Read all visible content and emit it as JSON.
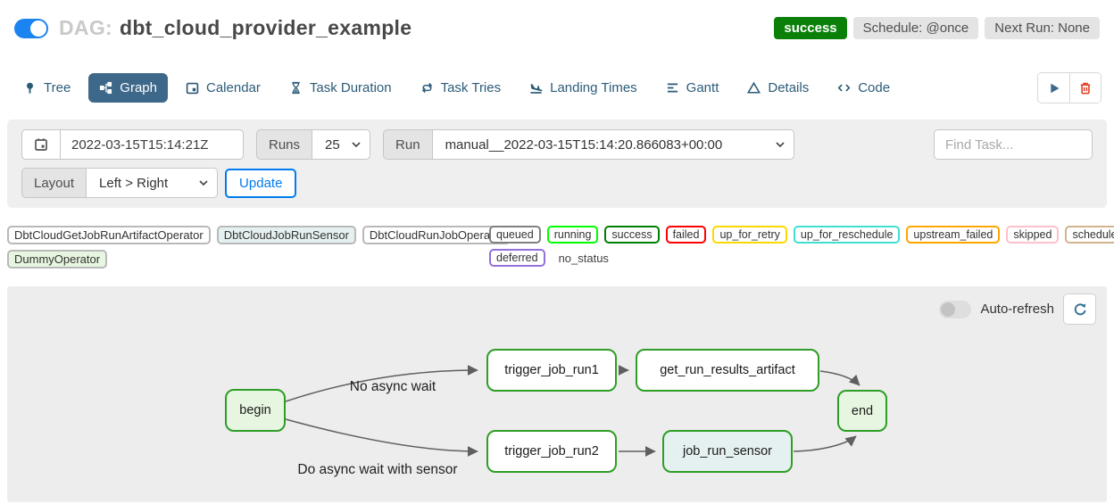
{
  "header": {
    "dag_prefix": "DAG:",
    "dag_title": "dbt_cloud_provider_example",
    "status_badge": "success",
    "schedule_badge": "Schedule: @once",
    "next_run_badge": "Next Run: None",
    "pause_toggle_on": true
  },
  "colors": {
    "toggle_blue": "#1b84f0",
    "active_tab_bg": "#3d688a",
    "success_green": "#0b8009",
    "accent_blue": "#017cee",
    "node_border_green": "#2e9e27",
    "edge_gray": "#5f5f5f"
  },
  "tabs": [
    {
      "label": "Tree",
      "icon": "pin-icon",
      "active": false
    },
    {
      "label": "Graph",
      "icon": "sitemap-icon",
      "active": true
    },
    {
      "label": "Calendar",
      "icon": "calendar-icon",
      "active": false
    },
    {
      "label": "Task Duration",
      "icon": "hourglass-icon",
      "active": false
    },
    {
      "label": "Task Tries",
      "icon": "repeat-icon",
      "active": false
    },
    {
      "label": "Landing Times",
      "icon": "plane-landing-icon",
      "active": false
    },
    {
      "label": "Gantt",
      "icon": "gantt-icon",
      "active": false
    },
    {
      "label": "Details",
      "icon": "triangle-icon",
      "active": false
    },
    {
      "label": "Code",
      "icon": "code-icon",
      "active": false
    }
  ],
  "filters": {
    "execution_date": "2022-03-15T15:14:21Z",
    "runs_label": "Runs",
    "runs_value": "25",
    "run_label": "Run",
    "run_value": "manual__2022-03-15T15:14:20.866083+00:00",
    "find_task_placeholder": "Find Task...",
    "layout_label": "Layout",
    "layout_value": "Left > Right",
    "update_label": "Update"
  },
  "legend": {
    "operators": [
      {
        "name": "DbtCloudGetJobRunArtifactOperator",
        "fill": "#ffffff"
      },
      {
        "name": "DbtCloudJobRunSensor",
        "fill": "#e5f1f0"
      },
      {
        "name": "DbtCloudRunJobOperator",
        "fill": "#ffffff"
      },
      {
        "name": "DummyOperator",
        "fill": "#e7f6e1"
      }
    ],
    "statuses": [
      {
        "name": "queued",
        "color": "#808080"
      },
      {
        "name": "running",
        "color": "#00ff00"
      },
      {
        "name": "success",
        "color": "#008000"
      },
      {
        "name": "failed",
        "color": "#ff0000"
      },
      {
        "name": "up_for_retry",
        "color": "#ffd700"
      },
      {
        "name": "up_for_reschedule",
        "color": "#40e0d0"
      },
      {
        "name": "upstream_failed",
        "color": "#ffa500"
      },
      {
        "name": "skipped",
        "color": "#ffc0cb"
      },
      {
        "name": "scheduled",
        "color": "#d2b48c"
      },
      {
        "name": "deferred",
        "color": "#9370db"
      }
    ],
    "no_status_label": "no_status"
  },
  "graph": {
    "auto_refresh_label": "Auto-refresh",
    "auto_refresh_on": false,
    "nodes": [
      {
        "id": "begin",
        "label": "begin",
        "fill": "#e7f6e1"
      },
      {
        "id": "trigger_job_run1",
        "label": "trigger_job_run1",
        "fill": "#ffffff"
      },
      {
        "id": "get_run_results_artifact",
        "label": "get_run_results_artifact",
        "fill": "#ffffff"
      },
      {
        "id": "end",
        "label": "end",
        "fill": "#e7f6e1"
      },
      {
        "id": "trigger_job_run2",
        "label": "trigger_job_run2",
        "fill": "#ffffff"
      },
      {
        "id": "job_run_sensor",
        "label": "job_run_sensor",
        "fill": "#e5f1f0"
      }
    ],
    "edges": [
      {
        "from": "begin",
        "to": "trigger_job_run1",
        "label": "No async wait"
      },
      {
        "from": "begin",
        "to": "trigger_job_run2",
        "label": "Do async wait with sensor"
      },
      {
        "from": "trigger_job_run1",
        "to": "get_run_results_artifact"
      },
      {
        "from": "trigger_job_run2",
        "to": "job_run_sensor"
      },
      {
        "from": "get_run_results_artifact",
        "to": "end"
      },
      {
        "from": "job_run_sensor",
        "to": "end"
      }
    ]
  }
}
